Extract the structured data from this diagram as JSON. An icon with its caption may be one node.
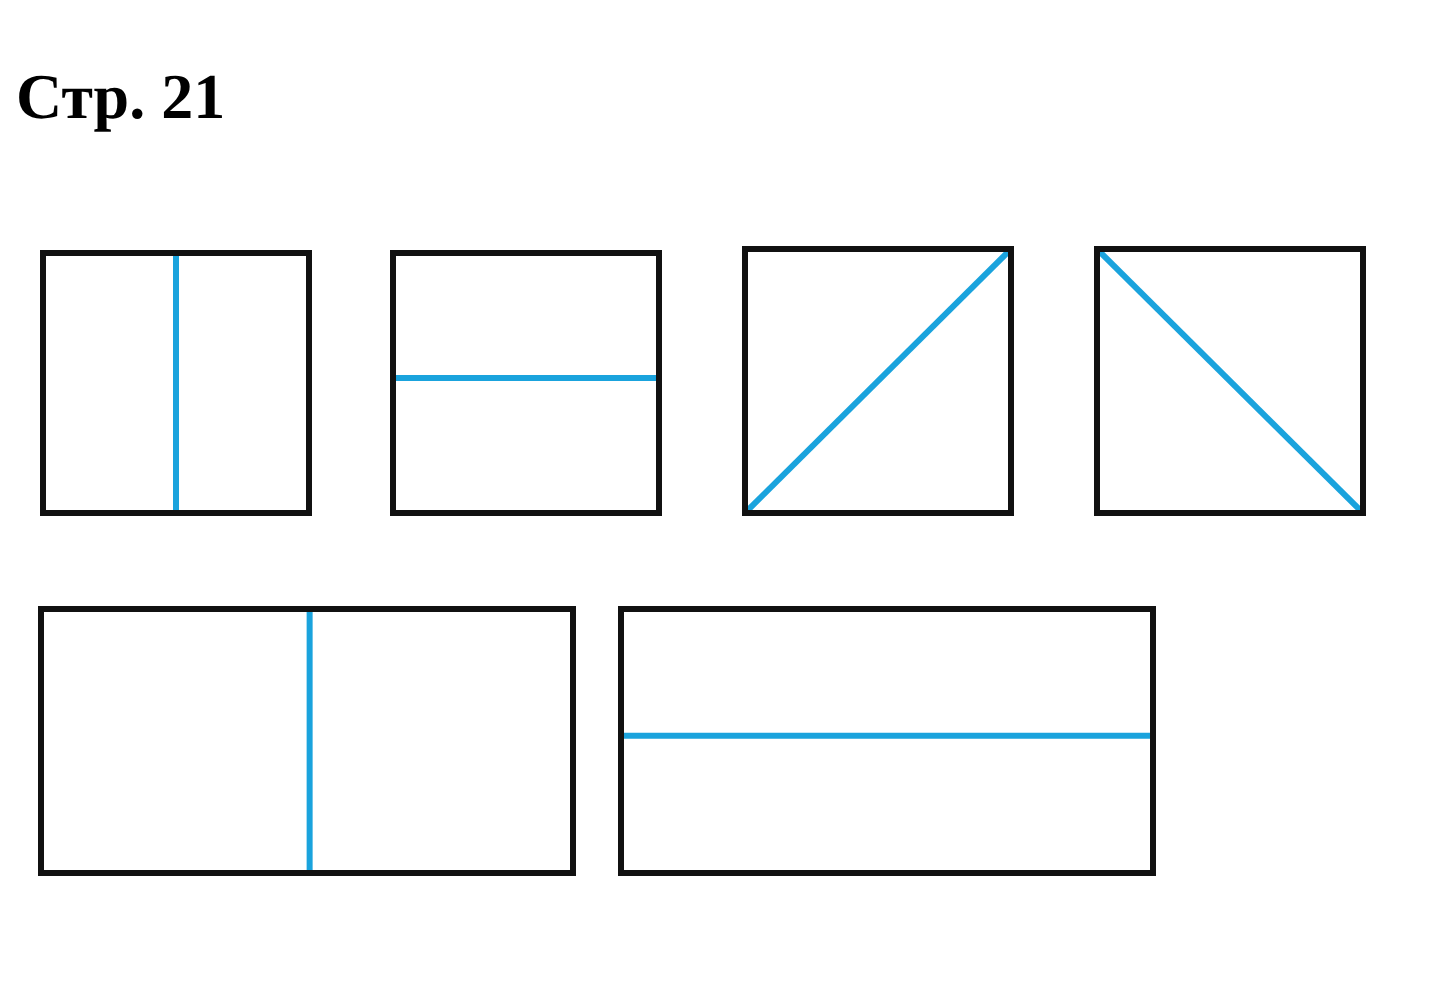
{
  "diagram": {
    "title": "Стр. 21",
    "nodes": [
      {
        "text": [],
        "shape": "box"
      },
      {
        "text": [],
        "shape": "box"
      },
      {
        "text": [],
        "shape": "box"
      },
      {
        "text": [],
        "shape": "box"
      },
      {
        "text": [],
        "shape": "box"
      },
      {
        "text": [],
        "shape": "box"
      }
    ]
  }
}
